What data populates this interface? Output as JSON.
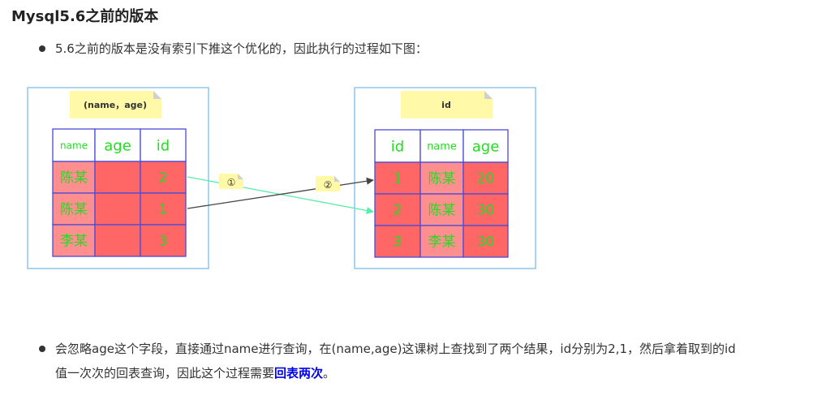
{
  "heading": "Mysql5.6之前的版本",
  "bullet1": "5.6之前的版本是没有索引下推这个优化的，因此执行的过程如下图：",
  "diagram": {
    "left_index": {
      "note": "(name，age)",
      "headers": [
        "name",
        "age",
        "id"
      ],
      "rows": [
        [
          "陈某",
          "",
          "2"
        ],
        [
          "陈某",
          "",
          "1"
        ],
        [
          "李某",
          "",
          "3"
        ]
      ]
    },
    "right_index": {
      "note": "id",
      "headers": [
        "id",
        "name",
        "age"
      ],
      "rows": [
        [
          "1",
          "陈某",
          "20"
        ],
        [
          "2",
          "陈某",
          "30"
        ],
        [
          "3",
          "李某",
          "30"
        ]
      ]
    },
    "step1_label": "①",
    "step2_label": "②",
    "colors": {
      "frame": "#8ec7ee",
      "note_fill": "#fff9a8",
      "table_border": "#4a4ad8",
      "header_fill": "#ffffff",
      "header_text": "#22dd22",
      "cell_fill": "#ff6666",
      "cell_fill_light": "#ff8f8f",
      "cell_text": "#22dd22",
      "arrow_green": "#55eeaa",
      "arrow_dark": "#444444"
    }
  },
  "bullet2_text": "会忽略age这个字段，直接通过name进行查询，在(name,age)这课树上查找到了两个结果，id分别为2,1，然后拿着取到的id",
  "bullet2_line2_prefix": "值一次次的回表查询，因此这个过程需要",
  "bullet2_emphasis": "回表两次",
  "bullet2_suffix": "。"
}
